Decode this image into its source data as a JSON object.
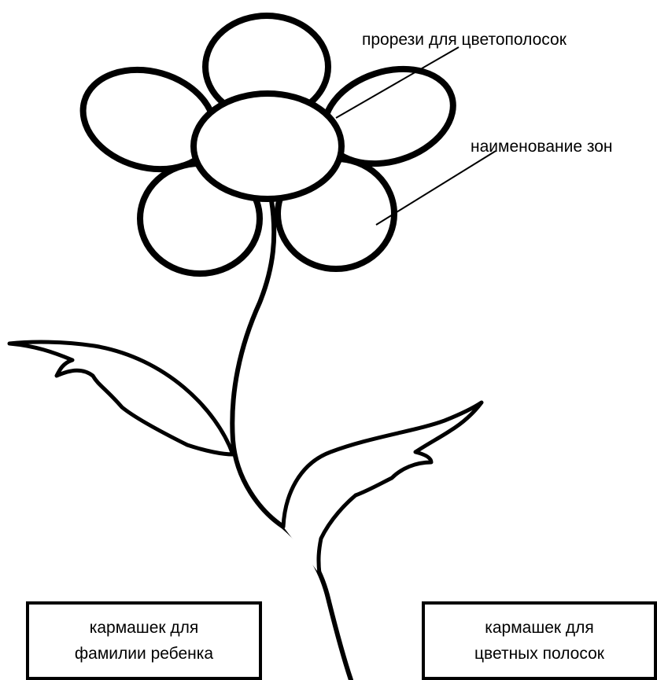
{
  "labels": {
    "slits": "прорези для цветополосок",
    "zones": "наименование зон"
  },
  "pockets": {
    "surname": {
      "line1": "кармашек для",
      "line2": "фамилии ребенка"
    },
    "strips": {
      "line1": "кармашек для",
      "line2": "цветных полосок"
    }
  },
  "colors": {
    "ink": "#000000",
    "background": "#ffffff"
  }
}
